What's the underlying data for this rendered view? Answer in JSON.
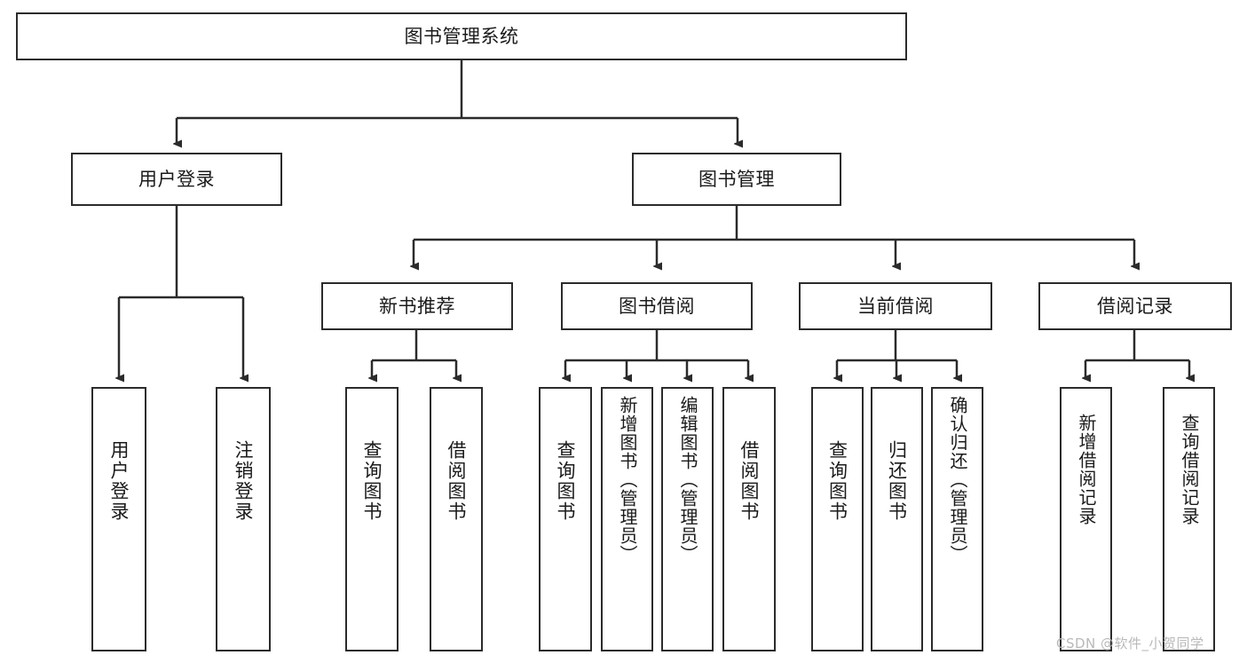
{
  "diagram": {
    "title": "图书管理系统",
    "type": "tree",
    "nodes": {
      "root": {
        "label": "图书管理系统"
      },
      "level2": [
        {
          "id": "user-login",
          "label": "用户登录"
        },
        {
          "id": "book-manage",
          "label": "图书管理"
        }
      ],
      "level3": [
        {
          "id": "new-book-recommend",
          "label": "新书推荐"
        },
        {
          "id": "book-borrow",
          "label": "图书借阅"
        },
        {
          "id": "current-borrow",
          "label": "当前借阅"
        },
        {
          "id": "borrow-record",
          "label": "借阅记录"
        }
      ],
      "leaves": {
        "user_login": [
          {
            "id": "leaf-user-login",
            "label": "用户登录"
          },
          {
            "id": "leaf-logout-login",
            "label": "注销登录"
          }
        ],
        "new_book_recommend": [
          {
            "id": "leaf-query-book-1",
            "label": "查询图书"
          },
          {
            "id": "leaf-borrow-book-1",
            "label": "借阅图书"
          }
        ],
        "book_borrow": [
          {
            "id": "leaf-query-book-2",
            "label": "查询图书"
          },
          {
            "id": "leaf-add-book",
            "label": "新增图书（管理员）"
          },
          {
            "id": "leaf-edit-book",
            "label": "编辑图书（管理员）"
          },
          {
            "id": "leaf-borrow-book-2",
            "label": "借阅图书"
          }
        ],
        "current_borrow": [
          {
            "id": "leaf-query-book-3",
            "label": "查询图书"
          },
          {
            "id": "leaf-return-book",
            "label": "归还图书"
          },
          {
            "id": "leaf-confirm-return",
            "label": "确认归还（管理员）"
          }
        ],
        "borrow_record": [
          {
            "id": "leaf-add-borrow-record",
            "label": "新增借阅记录"
          },
          {
            "id": "leaf-query-borrow-record",
            "label": "查询借阅记录"
          }
        ]
      }
    },
    "watermark": "CSDN @软件_小贺同学",
    "colors": {
      "stroke": "#2b2b2b",
      "fill": "#ffffff",
      "text": "#1a1a1a",
      "watermark": "#b9b9b9"
    }
  }
}
